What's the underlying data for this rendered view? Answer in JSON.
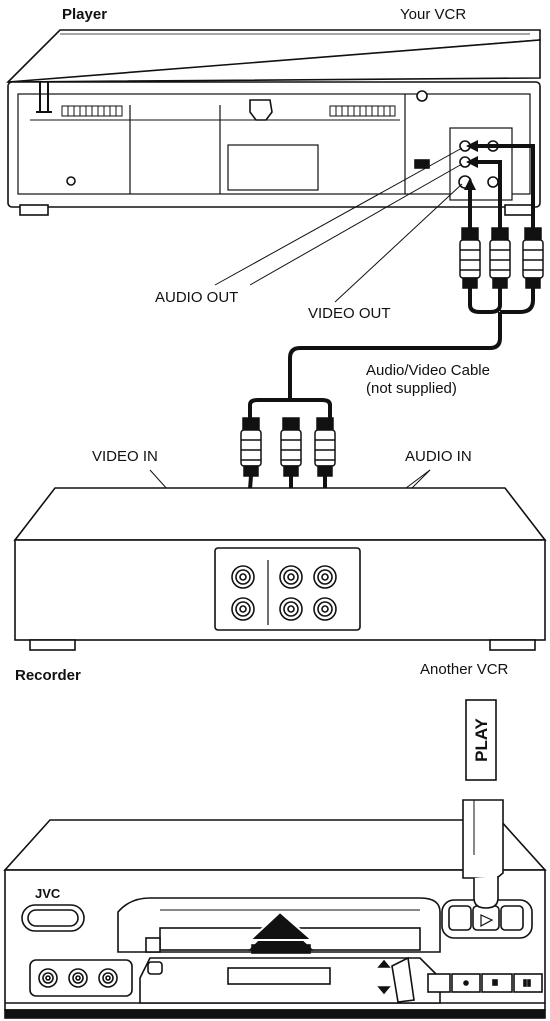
{
  "player_section": {
    "role_label": "Player",
    "device_label": "Your VCR",
    "audio_out_label": "AUDIO OUT",
    "video_out_label": "VIDEO OUT"
  },
  "cable": {
    "label_line1": "Audio/Video Cable",
    "label_line2": "(not supplied)"
  },
  "recorder_section": {
    "role_label": "Recorder",
    "device_label": "Another VCR",
    "video_in_label": "VIDEO IN",
    "audio_in_label": "AUDIO IN"
  },
  "front_panel": {
    "brand": "JVC",
    "play_label": "PLAY"
  }
}
